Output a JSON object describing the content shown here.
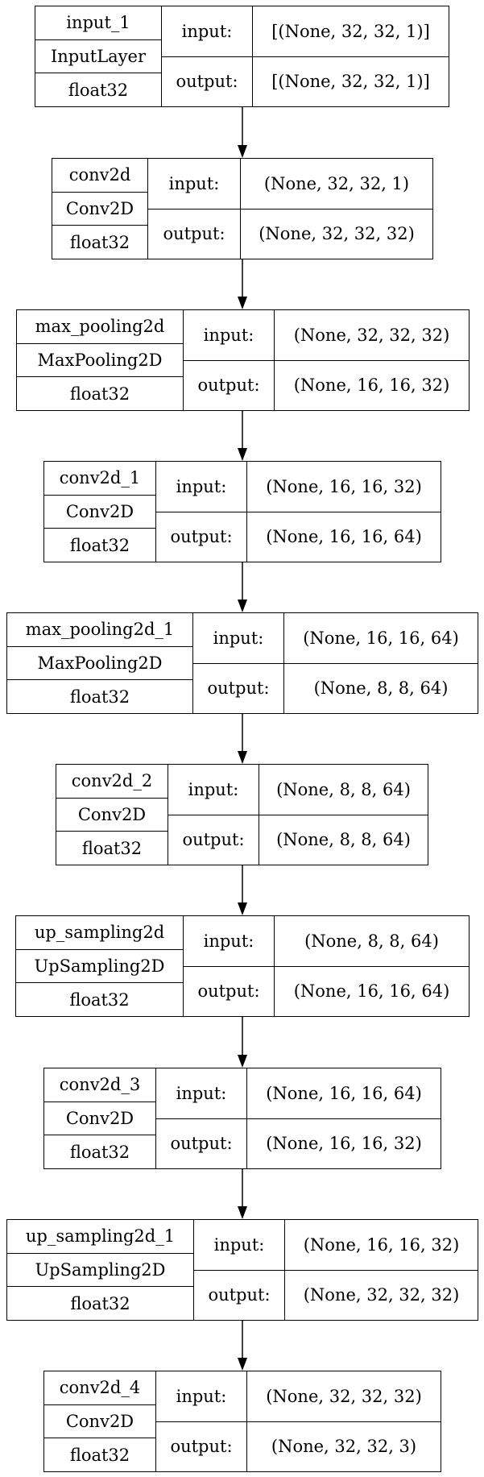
{
  "layers": [
    {
      "name": "input_1",
      "type": "InputLayer",
      "dtype": "float32",
      "input_label": "input:",
      "output_label": "output:",
      "input_shape": "[(None, 32, 32, 1)]",
      "output_shape": "[(None, 32, 32, 1)]"
    },
    {
      "name": "conv2d",
      "type": "Conv2D",
      "dtype": "float32",
      "input_label": "input:",
      "output_label": "output:",
      "input_shape": "(None, 32, 32, 1)",
      "output_shape": "(None, 32, 32, 32)"
    },
    {
      "name": "max_pooling2d",
      "type": "MaxPooling2D",
      "dtype": "float32",
      "input_label": "input:",
      "output_label": "output:",
      "input_shape": "(None, 32, 32, 32)",
      "output_shape": "(None, 16, 16, 32)"
    },
    {
      "name": "conv2d_1",
      "type": "Conv2D",
      "dtype": "float32",
      "input_label": "input:",
      "output_label": "output:",
      "input_shape": "(None, 16, 16, 32)",
      "output_shape": "(None, 16, 16, 64)"
    },
    {
      "name": "max_pooling2d_1",
      "type": "MaxPooling2D",
      "dtype": "float32",
      "input_label": "input:",
      "output_label": "output:",
      "input_shape": "(None, 16, 16, 64)",
      "output_shape": "(None, 8, 8, 64)"
    },
    {
      "name": "conv2d_2",
      "type": "Conv2D",
      "dtype": "float32",
      "input_label": "input:",
      "output_label": "output:",
      "input_shape": "(None, 8, 8, 64)",
      "output_shape": "(None, 8, 8, 64)"
    },
    {
      "name": "up_sampling2d",
      "type": "UpSampling2D",
      "dtype": "float32",
      "input_label": "input:",
      "output_label": "output:",
      "input_shape": "(None, 8, 8, 64)",
      "output_shape": "(None, 16, 16, 64)"
    },
    {
      "name": "conv2d_3",
      "type": "Conv2D",
      "dtype": "float32",
      "input_label": "input:",
      "output_label": "output:",
      "input_shape": "(None, 16, 16, 64)",
      "output_shape": "(None, 16, 16, 32)"
    },
    {
      "name": "up_sampling2d_1",
      "type": "UpSampling2D",
      "dtype": "float32",
      "input_label": "input:",
      "output_label": "output:",
      "input_shape": "(None, 16, 16, 32)",
      "output_shape": "(None, 32, 32, 32)"
    },
    {
      "name": "conv2d_4",
      "type": "Conv2D",
      "dtype": "float32",
      "input_label": "input:",
      "output_label": "output:",
      "input_shape": "(None, 32, 32, 32)",
      "output_shape": "(None, 32, 32, 3)"
    }
  ]
}
